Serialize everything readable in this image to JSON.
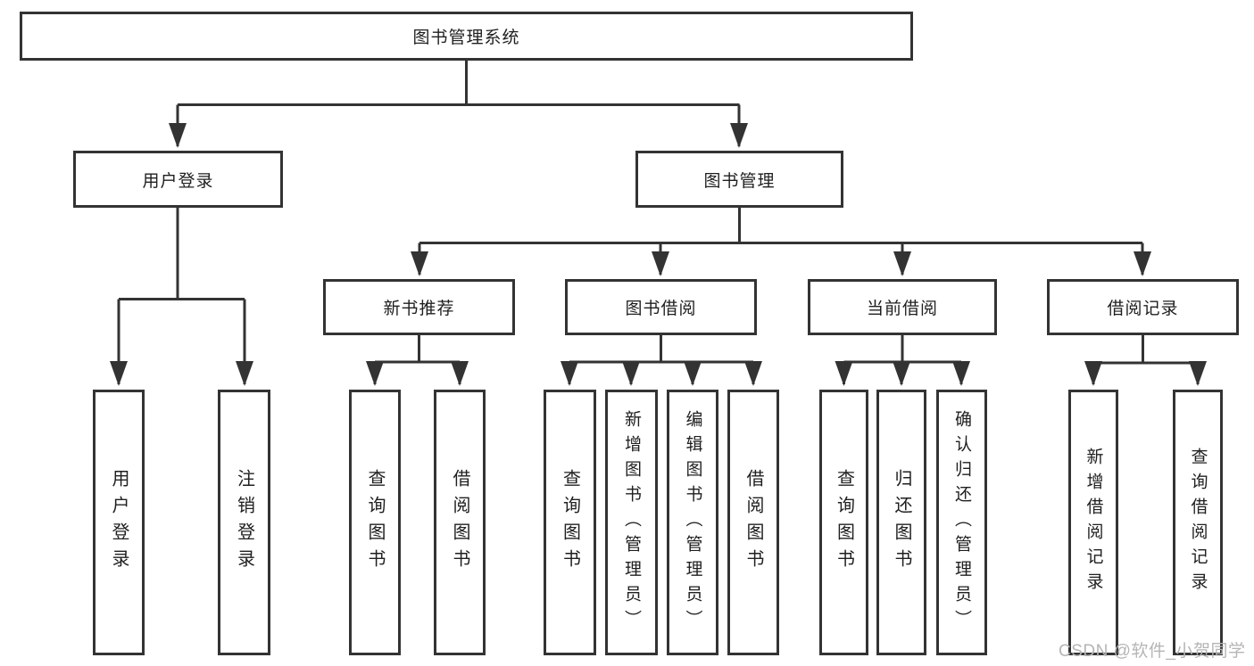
{
  "tree": {
    "root": "图书管理系统",
    "level2": [
      {
        "label": "用户登录",
        "children": [
          "用户登录",
          "注销登录"
        ]
      },
      {
        "label": "图书管理"
      }
    ],
    "level3": [
      {
        "label": "新书推荐",
        "children": [
          "查询图书",
          "借阅图书"
        ]
      },
      {
        "label": "图书借阅",
        "children": [
          "查询图书",
          "新增图书（管理员）",
          "编辑图书（管理员）",
          "借阅图书"
        ]
      },
      {
        "label": "当前借阅",
        "children": [
          "查询图书",
          "归还图书",
          "确认归还（管理员）"
        ]
      },
      {
        "label": "借阅记录",
        "children": [
          "新增借阅记录",
          "查询借阅记录"
        ]
      }
    ]
  },
  "watermark": "CSDN @软件_小贺同学",
  "colors": {
    "line": "#333333",
    "text": "#1f1f1f",
    "watermark": "#b5b5b5",
    "background": "#ffffff"
  }
}
